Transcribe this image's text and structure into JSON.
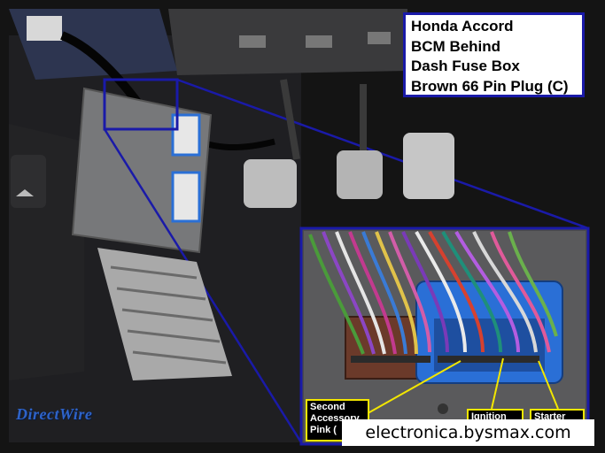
{
  "title_lines": [
    "Honda Accord",
    "BCM Behind",
    "Dash Fuse Box",
    "Brown 66 Pin Plug (C)"
  ],
  "callouts": [
    {
      "lines": [
        "Second",
        "Accessory",
        "Pink ("
      ]
    },
    {
      "lines": [
        "Ignition"
      ]
    },
    {
      "lines": [
        "Starter"
      ]
    }
  ],
  "watermark": "electronica.bysmax.com",
  "logo_text": "DirectWire",
  "colors": {
    "callout_border": "#f2e600",
    "highlight_frame": "#1a1aa8",
    "connector_brown": "#6b3a2a",
    "connector_blue": "#2a6fd6"
  }
}
